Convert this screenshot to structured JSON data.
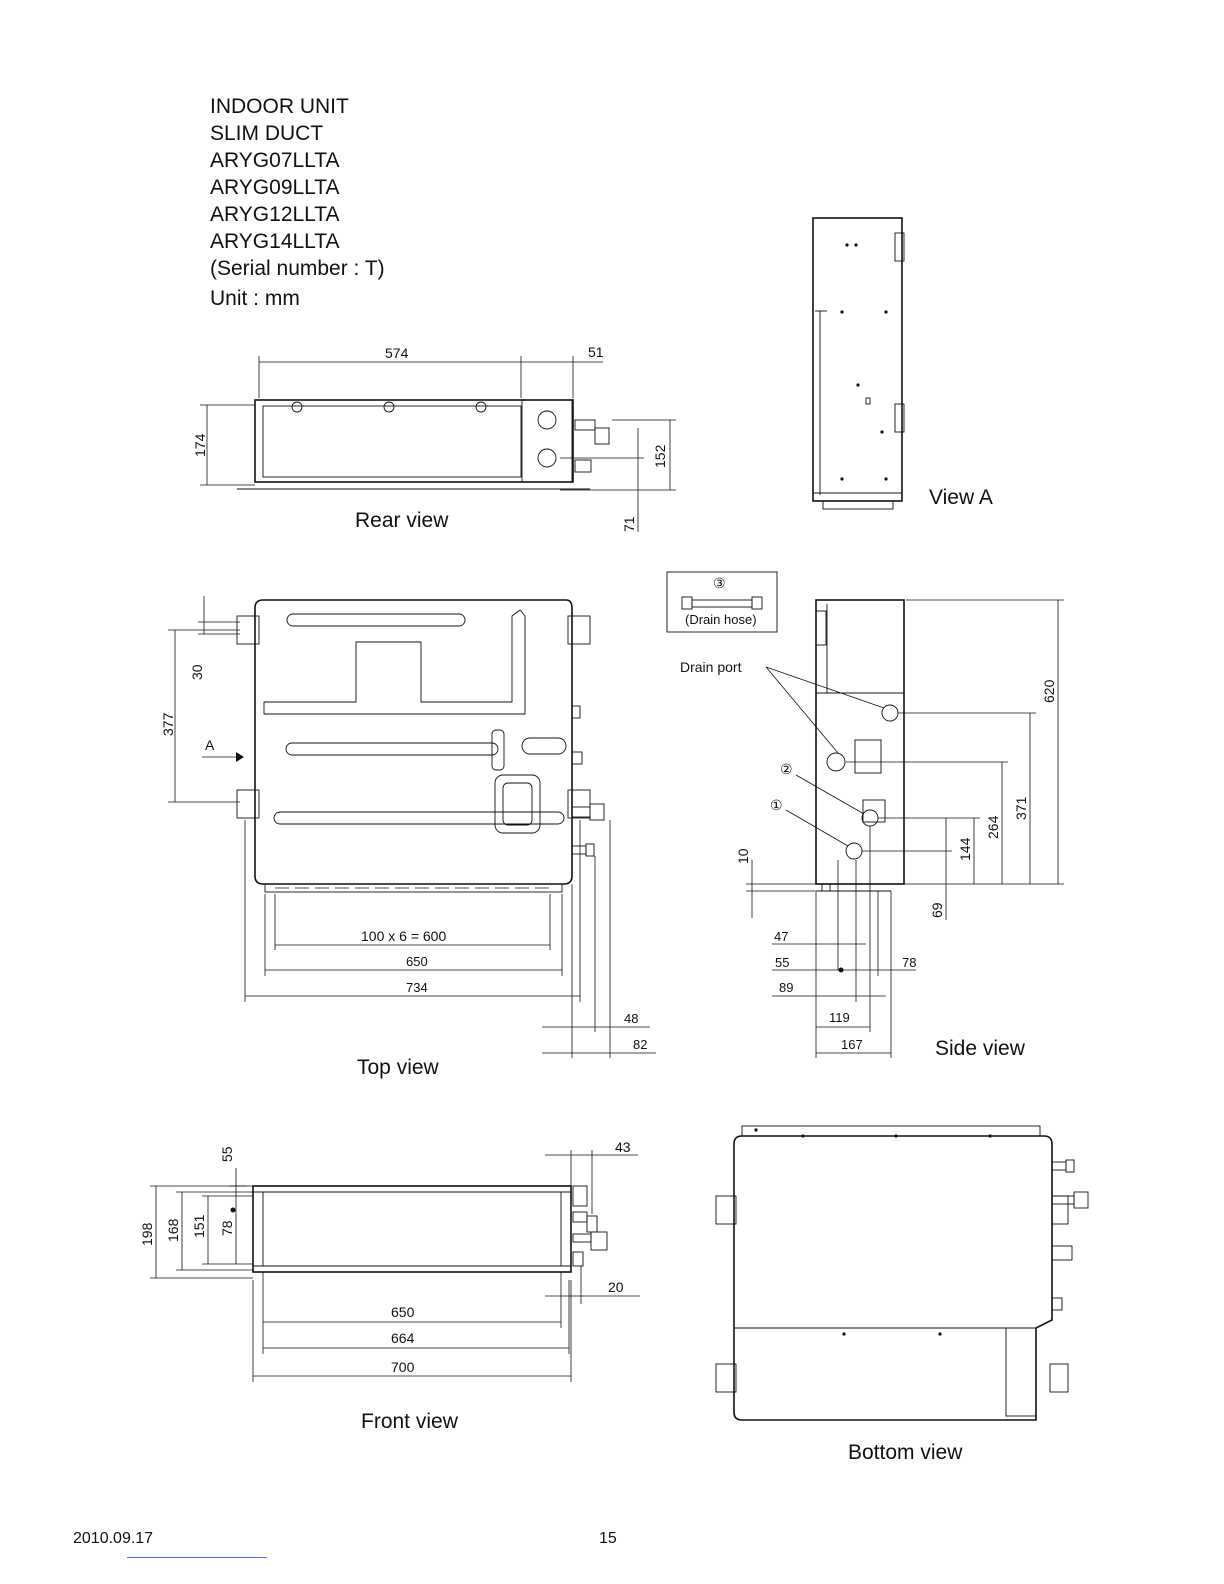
{
  "header": {
    "lines": [
      "INDOOR UNIT",
      "SLIM DUCT",
      "ARYG07LLTA",
      "ARYG09LLTA",
      "ARYG12LLTA",
      "ARYG14LLTA",
      "(Serial number : T)",
      "Unit : mm"
    ]
  },
  "views": {
    "rear": "Rear view",
    "view_a": "View A",
    "top": "Top view",
    "side": "Side view",
    "front": "Front view",
    "bottom": "Bottom view"
  },
  "rear_dims": {
    "d574": "574",
    "d51": "51",
    "d174": "174",
    "d152": "152",
    "d71": "71"
  },
  "top_dims": {
    "d30": "30",
    "d377": "377",
    "arrow_a": "A",
    "d600": "100 x 6 = 600",
    "d650": "650",
    "d734": "734",
    "d48": "48",
    "d82": "82"
  },
  "side_labels": {
    "part3_mark": "③",
    "part3_name": "(Drain hose)",
    "drain_port": "Drain port",
    "mark2": "②",
    "mark1": "①"
  },
  "side_dims": {
    "d620": "620",
    "d371": "371",
    "d264": "264",
    "d144": "144",
    "d10": "10",
    "d69": "69",
    "d47": "47",
    "d55": "55",
    "d78": "78",
    "d89": "89",
    "d119": "119",
    "d167": "167"
  },
  "front_dims": {
    "d55": "55",
    "d43": "43",
    "d198": "198",
    "d168": "168",
    "d151": "151",
    "d78": "78",
    "d20": "20",
    "d650": "650",
    "d664": "664",
    "d700": "700"
  },
  "footer": {
    "date": "2010.09.17",
    "page": "15"
  }
}
